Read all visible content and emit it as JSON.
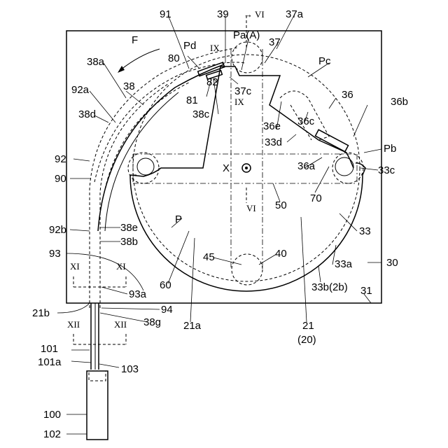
{
  "labels": {
    "l91": "91",
    "l39": "39",
    "l_vi_top": "→ VI",
    "l37a": "37a",
    "lF": "F",
    "lPaA": "Pa(A)",
    "l37": "37",
    "lPd": "Pd",
    "lIX_top": "IX",
    "l80": "80",
    "lPc": "Pc",
    "l38a": "38a",
    "l38": "38",
    "l92a": "92a",
    "l82": "82",
    "l37c": "37c",
    "l81": "81",
    "lIX_mid": "IX",
    "l38c": "38c",
    "l36": "36",
    "l36b": "36b",
    "l38d": "38d",
    "l36e": "36e",
    "l36c": "36c",
    "l33d": "33d",
    "lPb": "Pb",
    "l92": "92",
    "lX": "X",
    "l36a": "36a",
    "l33c": "33c",
    "l90": "90",
    "lVI_low": "VI",
    "l50": "50",
    "l70": "70",
    "lP": "P",
    "l38e": "38e",
    "l92b": "92b",
    "l38b": "38b",
    "l33": "33",
    "l93": "93",
    "l45": "45",
    "l40": "40",
    "l33a": "33a",
    "l30": "30",
    "lXI_l": "XI",
    "lXI_r": "XI",
    "l60": "60",
    "l33b": "33b(2b)",
    "l93a": "93a",
    "l21b": "21b",
    "l94": "94",
    "l31": "31",
    "lXII_l": "XII",
    "lXII_r": "XII",
    "l38g": "38g",
    "l21a": "21a",
    "l21": "21",
    "l20": "(20)",
    "l101": "101",
    "l101a": "101a",
    "l103": "103",
    "l100": "100",
    "l102": "102"
  },
  "colors": {
    "line": "#000000",
    "background": "#ffffff"
  }
}
